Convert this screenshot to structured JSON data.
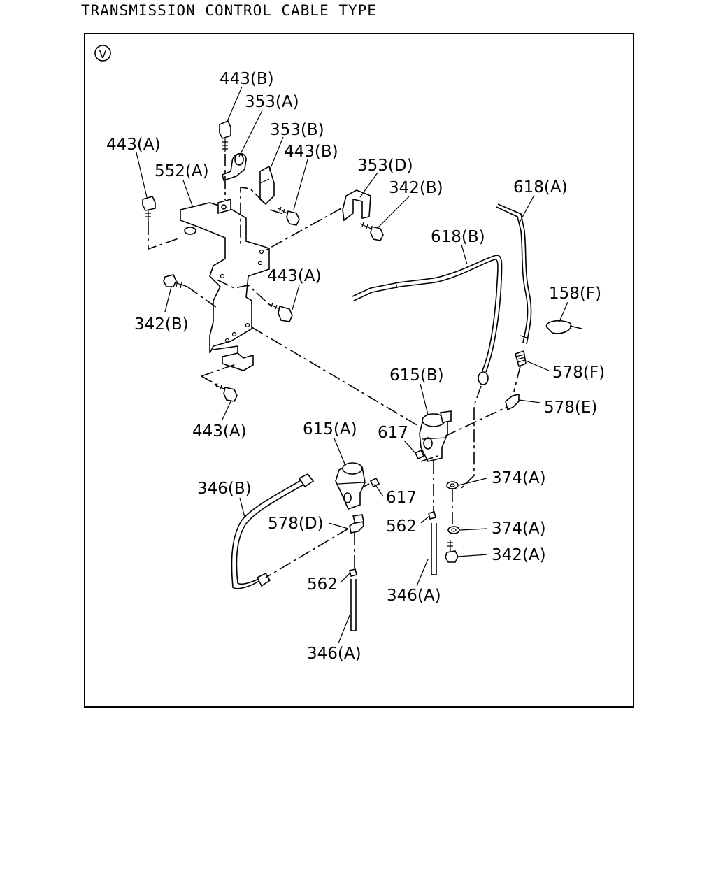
{
  "header": {
    "title": "TRANSMISSION CONTROL CABLE TYPE"
  },
  "diagram": {
    "view_marker": "V",
    "labels": {
      "l443b_1": "443(B)",
      "l353a": "353(A)",
      "l353b": "353(B)",
      "l443a_1": "443(A)",
      "l443b_2": "443(B)",
      "l552a": "552(A)",
      "l353d": "353(D)",
      "l342b_1": "342(B)",
      "l618a": "618(A)",
      "l618b": "618(B)",
      "l443a_2": "443(A)",
      "l158f": "158(F)",
      "l342b_2": "342(B)",
      "l578f": "578(F)",
      "l615b": "615(B)",
      "l578e": "578(E)",
      "l443a_3": "443(A)",
      "l615a": "615(A)",
      "l617_1": "617",
      "l374a_1": "374(A)",
      "l346b": "346(B)",
      "l617_2": "617",
      "l578d": "578(D)",
      "l562_1": "562",
      "l374a_2": "374(A)",
      "l342a": "342(A)",
      "l562_2": "562",
      "l346a_1": "346(A)",
      "l346a_2": "346(A)"
    }
  }
}
